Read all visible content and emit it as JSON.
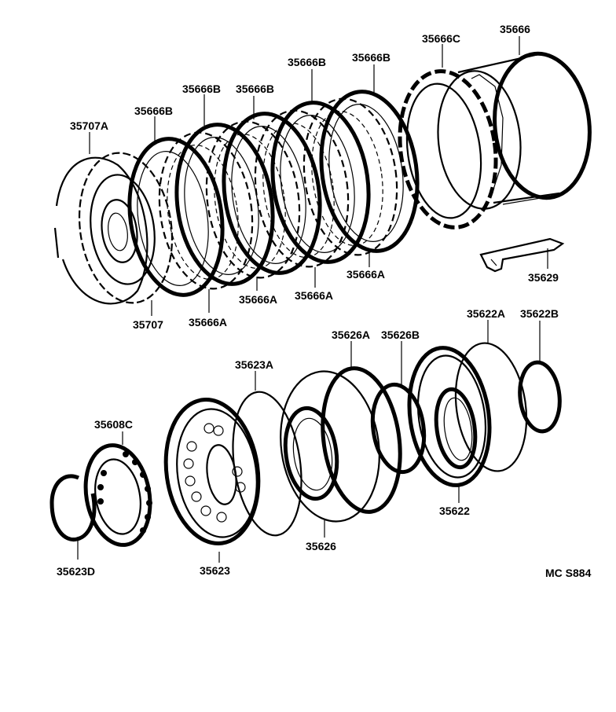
{
  "labels": {
    "p35666": "35666",
    "p35666C": "35666C",
    "p35666B_1": "35666B",
    "p35666B_2": "35666B",
    "p35666B_3": "35666B",
    "p35666B_4": "35666B",
    "p35666B_5": "35666B",
    "p35707A": "35707A",
    "p35707": "35707",
    "p35666A_1": "35666A",
    "p35666A_2": "35666A",
    "p35666A_3": "35666A",
    "p35666A_4": "35666A",
    "p35629": "35629",
    "p35626A": "35626A",
    "p35626B": "35626B",
    "p35622A": "35622A",
    "p35622B": "35622B",
    "p35623A": "35623A",
    "p35608C": "35608C",
    "p35626": "35626",
    "p35622": "35622",
    "p35623D": "35623D",
    "p35623": "35623"
  },
  "figure_code": "MC S884"
}
